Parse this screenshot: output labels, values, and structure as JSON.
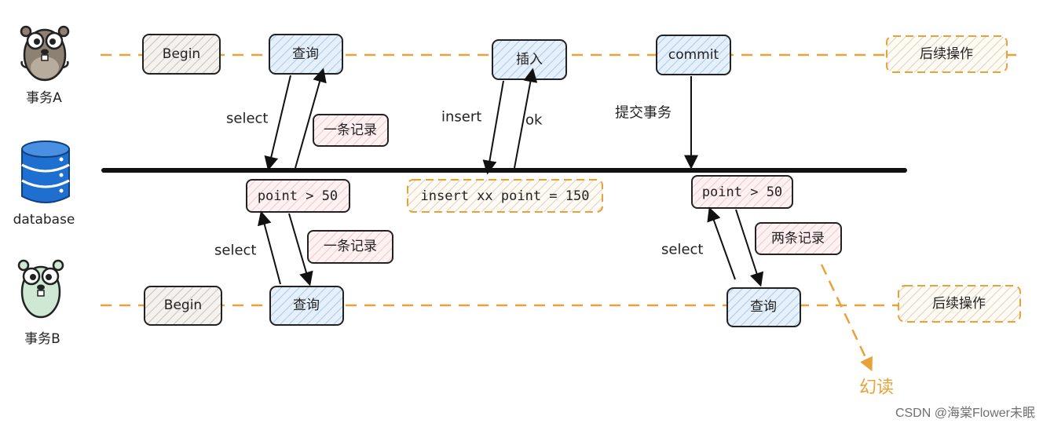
{
  "actors": {
    "a_label": "事务A",
    "db_label": "database",
    "b_label": "事务B"
  },
  "boxes": {
    "a_begin": "Begin",
    "a_query": "查询",
    "a_insert": "插入",
    "a_commit": "commit",
    "a_after": "后续操作",
    "db_cond_1": "point > 50",
    "db_insert": "insert xx point = 150",
    "db_cond_2": "point > 50",
    "a_one_record": "一条记录",
    "b_one_record": "一条记录",
    "b_two_records": "两条记录",
    "b_begin": "Begin",
    "b_query_1": "查询",
    "b_query_2": "查询",
    "b_after": "后续操作"
  },
  "labels": {
    "a_select": "select",
    "a_insert": "insert",
    "a_ok": "ok",
    "a_commit_tx": "提交事务",
    "b_select_1": "select",
    "b_select_2": "select",
    "phantom": "幻读"
  },
  "watermark": "CSDN @海棠Flower未眠",
  "colors": {
    "orange": "#e8a23a",
    "blue_fill": "#dbe9f7",
    "pink_fill": "#fbe8ea",
    "grey_fill": "#f4f1ee",
    "db_blue": "#1f6fd1",
    "line": "#111111"
  }
}
